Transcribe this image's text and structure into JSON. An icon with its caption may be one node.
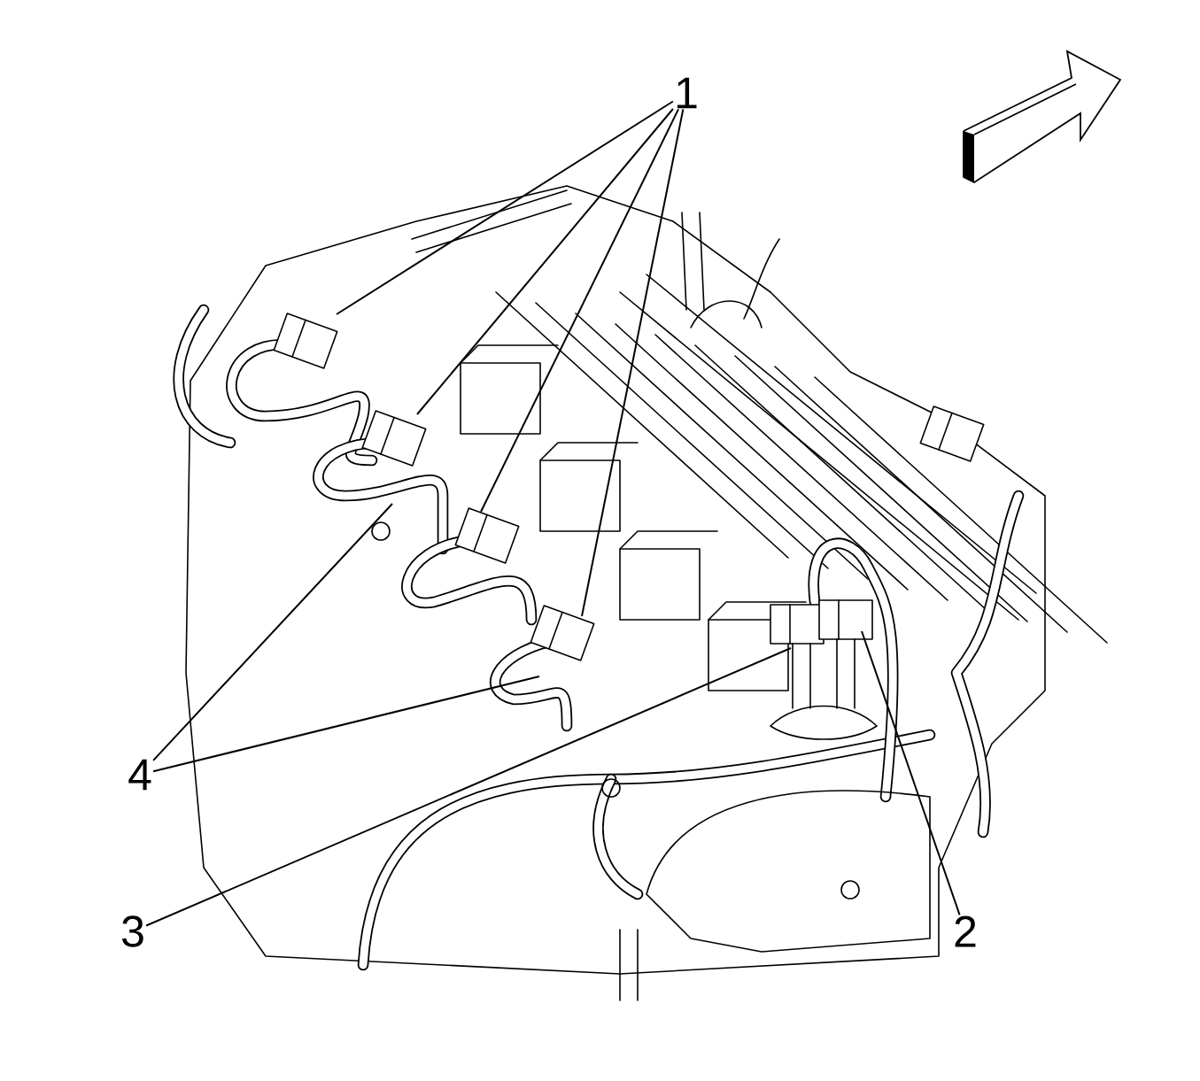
{
  "diagram": {
    "nodes": [
      {
        "text": [
          "1"
        ]
      },
      {
        "text": [
          "2"
        ]
      },
      {
        "text": [
          "3"
        ]
      },
      {
        "text": [
          "4"
        ]
      }
    ],
    "edges": [
      {
        "from": 0,
        "to": null,
        "arrow": "none"
      },
      {
        "from": 0,
        "to": null,
        "arrow": "none"
      },
      {
        "from": 0,
        "to": null,
        "arrow": "none"
      },
      {
        "from": 0,
        "to": null,
        "arrow": "none"
      },
      {
        "from": 1,
        "to": null,
        "arrow": "none"
      },
      {
        "from": 2,
        "to": null,
        "arrow": "none"
      },
      {
        "from": 3,
        "to": null,
        "arrow": "none"
      },
      {
        "from": 3,
        "to": null,
        "arrow": "none"
      }
    ]
  }
}
